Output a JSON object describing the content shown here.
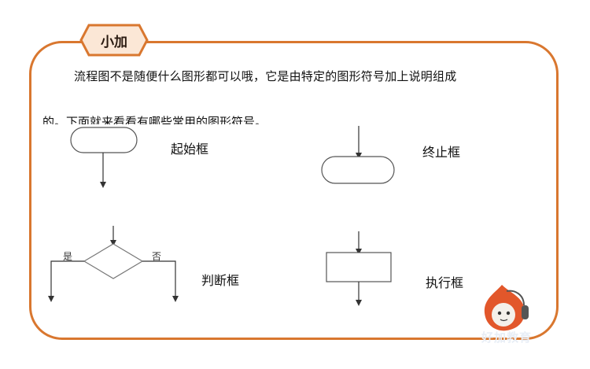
{
  "tag": {
    "label": "小加"
  },
  "intro": {
    "line1": "流程图不是随便什么图形都可以哦，它是由特定的图形符号加上说明组成",
    "line2": "的。下面就来看看有哪些常用的图形符号。"
  },
  "symbols": {
    "start": "起始框",
    "end": "终止框",
    "decision": "判断框",
    "process": "执行框"
  },
  "decision_branches": {
    "yes": "是",
    "no": "否"
  },
  "watermark": "好加教育",
  "colors": {
    "frame": "#d9772f",
    "tag_bg": "#fbe7d6",
    "shape_stroke": "#555555",
    "mascot": "#e2572b"
  }
}
